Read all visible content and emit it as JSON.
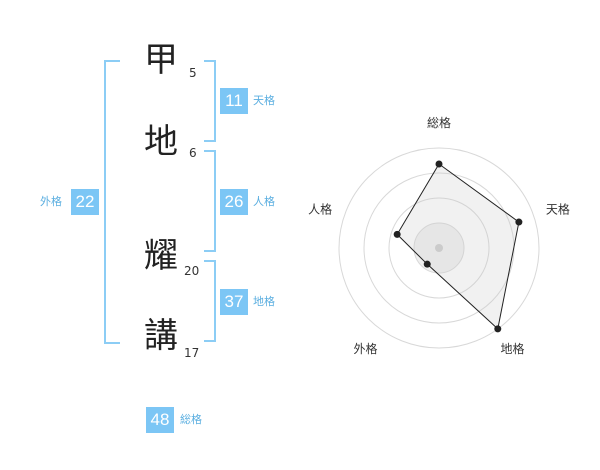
{
  "colors": {
    "accent": "#7cc6f5",
    "label": "#5aaee0",
    "bracket": "#8ccdf5"
  },
  "name": {
    "characters": [
      {
        "char": "甲",
        "strokes": "5"
      },
      {
        "char": "地",
        "strokes": "6"
      },
      {
        "char": "耀",
        "strokes": "20"
      },
      {
        "char": "講",
        "strokes": "17"
      }
    ]
  },
  "fortune": {
    "tenkaku": {
      "value": "11",
      "label": "天格"
    },
    "jinkaku": {
      "value": "26",
      "label": "人格"
    },
    "chikaku": {
      "value": "37",
      "label": "地格"
    },
    "gaikaku": {
      "value": "22",
      "label": "外格"
    },
    "soukaku": {
      "value": "48",
      "label": "総格"
    }
  },
  "radar": {
    "axes": [
      "総格",
      "天格",
      "地格",
      "外格",
      "人格"
    ],
    "values": [
      0.84,
      0.84,
      1.0,
      0.2,
      0.44
    ],
    "rings": 4
  }
}
